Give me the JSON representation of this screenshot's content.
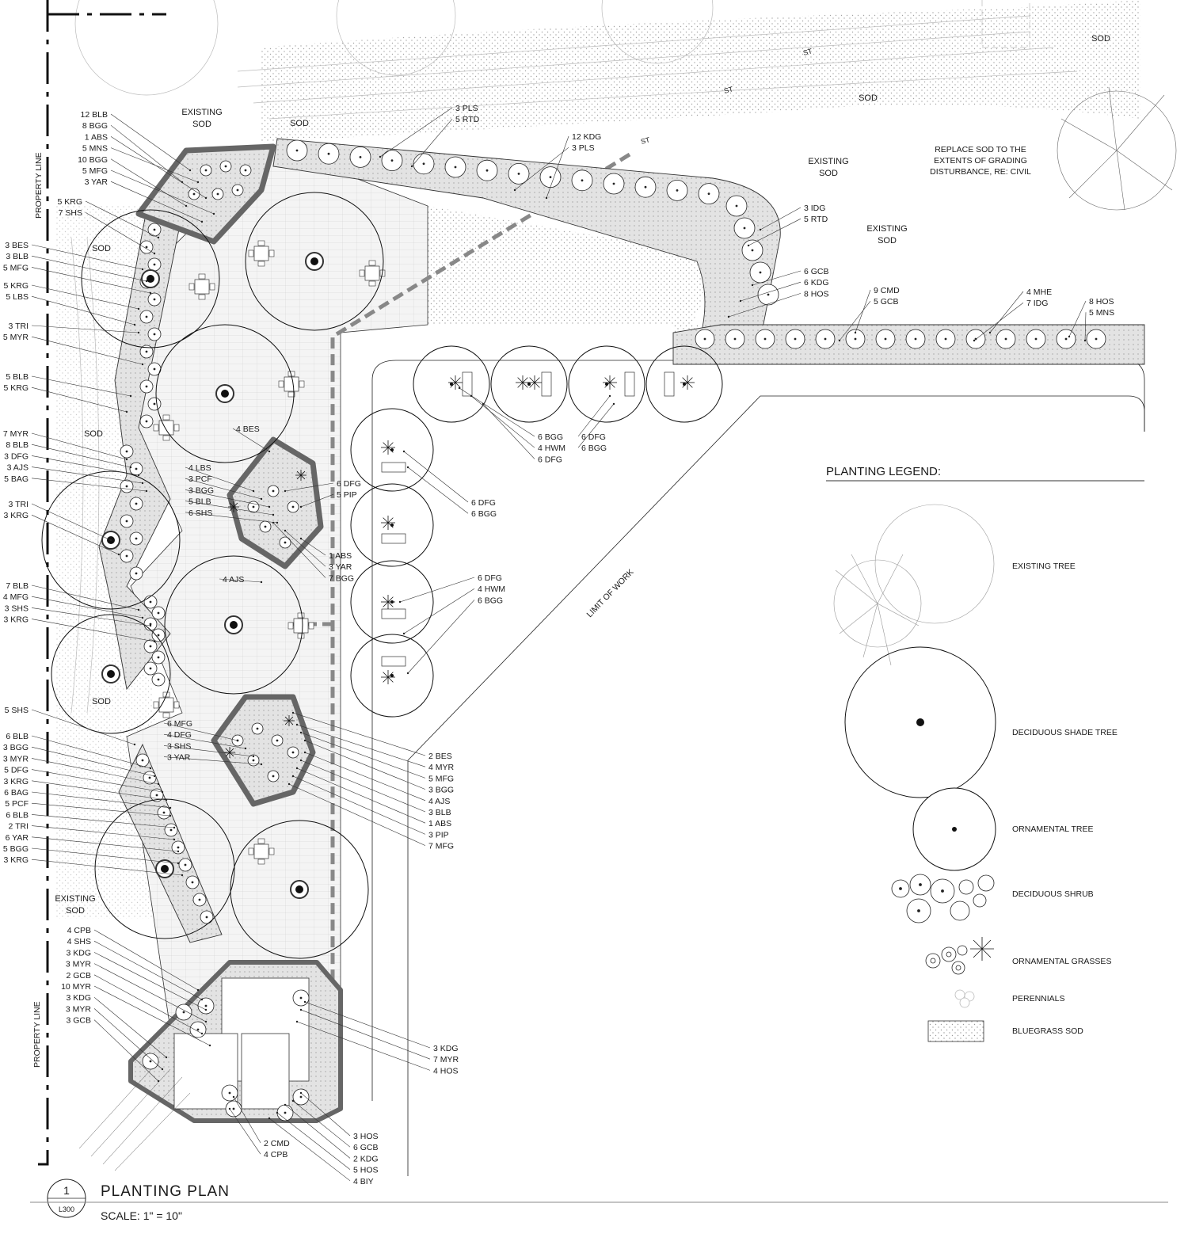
{
  "areas": {
    "sod_1": "SOD",
    "sod_2": "SOD",
    "sod_3": "SOD",
    "sod_4": "SOD",
    "sod_5": "SOD",
    "sod_6": "SOD",
    "existing_sod_1": [
      "EXISTING",
      "SOD"
    ],
    "existing_sod_2": [
      "EXISTING",
      "SOD"
    ],
    "existing_sod_3": [
      "EXISTING",
      "SOD"
    ],
    "existing_sod_4": [
      "EXISTING",
      "SOD"
    ]
  },
  "notes": {
    "property_line_top": "PROPERTY LINE",
    "property_line_bottom": "PROPERTY LINE",
    "limit_of_work": "LIMIT OF WORK",
    "replace_sod": [
      "REPLACE SOD TO THE",
      "EXTENTS OF GRADING",
      "DISTURBANCE, RE: CIVIL"
    ],
    "utility_st": "ST"
  },
  "callouts": {
    "c_top_left": [
      "12 BLB",
      "8 BGG",
      "1 ABS",
      "5 MNS",
      "10 BGG",
      "5 MFG",
      "3 YAR"
    ],
    "c_krg_shs": [
      "5 KRG",
      "7 SHS"
    ],
    "c_bes": [
      "3 BES",
      "3 BLB",
      "5 MFG"
    ],
    "c_krg_lbs": [
      "5 KRG",
      "5 LBS"
    ],
    "c_tri_myr": [
      "3 TRI",
      "5 MYR"
    ],
    "c_blb_krg": [
      "5 BLB",
      "5 KRG"
    ],
    "c_myr_group": [
      "7 MYR",
      "8 BLB",
      "3 DFG",
      "3 AJS",
      "5 BAG"
    ],
    "c_tri_krg": [
      "3 TRI",
      "3 KRG"
    ],
    "c_blb_mfg": [
      "7 BLB",
      "4 MFG",
      "3 SHS",
      "3 KRG"
    ],
    "c_shs5": [
      "5 SHS"
    ],
    "c_lower_left": [
      "6 BLB",
      "3 BGG",
      "3 MYR",
      "5 DFG",
      "3 KRG",
      "6 BAG",
      "5 PCF",
      "6 BLB",
      "2 TRI",
      "6 YAR",
      "5 BGG",
      "3 KRG"
    ],
    "c_bottom_left": [
      "4 CPB",
      "4 SHS",
      "3 KDG",
      "3 MYR",
      "2 GCB",
      "10 MYR",
      "3 KDG",
      "3 MYR",
      "3 GCB"
    ],
    "c_pls_rtd": [
      "3 PLS",
      "5 RTD"
    ],
    "c_kdg_pls": [
      "12 KDG",
      "3 PLS"
    ],
    "c_idg_rtd": [
      "3 IDG",
      "5 RTD"
    ],
    "c_gcb_kdg": [
      "6 GCB",
      "6 KDG",
      "8 HOS"
    ],
    "c_cmd_gcb": [
      "9 CMD",
      "5 GCB"
    ],
    "c_mhe_idg": [
      "4 MHE",
      "7 IDG"
    ],
    "c_hos_mns": [
      "8 HOS",
      "5 MNS"
    ],
    "c_bes4": [
      "4 BES"
    ],
    "c_lbs_group": [
      "4 LBS",
      "3 PCF",
      "3 BGG",
      "5 BLB",
      "6 SHS"
    ],
    "c_dfg_pip": [
      "6 DFG",
      "5 PIP"
    ],
    "c_abs_yar": [
      "1 ABS",
      "3 YAR",
      "7 BGG"
    ],
    "c_ajs4": [
      "4 AJS"
    ],
    "c_mid_mfg": [
      "6 MFG",
      "4 DFG",
      "3 SHS",
      "3 YAR"
    ],
    "c_right_bes": [
      "2 BES",
      "4 MYR",
      "5 MFG",
      "3 BGG",
      "4 AJS",
      "3 BLB",
      "1 ABS",
      "3 PIP",
      "7 MFG"
    ],
    "c_planter_a": [
      "6 BGG",
      "4 HWM",
      "6 DFG"
    ],
    "c_planter_b": [
      "6 DFG",
      "6 BGG"
    ],
    "c_planter_c": [
      "6 DFG",
      "6 BGG"
    ],
    "c_planter_d": [
      "6 DFG",
      "4 HWM",
      "6 BGG"
    ],
    "c_kdg_myr_hos": [
      "3 KDG",
      "7 MYR",
      "4 HOS"
    ],
    "c_cmd_cpb": [
      "2 CMD",
      "4 CPB"
    ],
    "c_hos_group": [
      "3 HOS",
      "6 GCB",
      "2 KDG",
      "5 HOS",
      "4 BIY"
    ]
  },
  "legend": {
    "title": "PLANTING LEGEND:",
    "items": [
      {
        "label": "EXISTING TREE",
        "icon": "existing-tree-icon"
      },
      {
        "label": "DECIDUOUS SHADE TREE",
        "icon": "deciduous-shade-tree-icon"
      },
      {
        "label": "ORNAMENTAL TREE",
        "icon": "ornamental-tree-icon"
      },
      {
        "label": "DECIDUOUS SHRUB",
        "icon": "deciduous-shrub-icon"
      },
      {
        "label": "ORNAMENTAL GRASSES",
        "icon": "ornamental-grasses-icon"
      },
      {
        "label": "PERENNIALS",
        "icon": "perennials-icon"
      },
      {
        "label": "BLUEGRASS SOD",
        "icon": "bluegrass-sod-icon"
      }
    ]
  },
  "title_block": {
    "number": "1",
    "sheet": "L300",
    "title": "PLANTING  PLAN",
    "scale": "SCALE:  1\" = 10\""
  }
}
